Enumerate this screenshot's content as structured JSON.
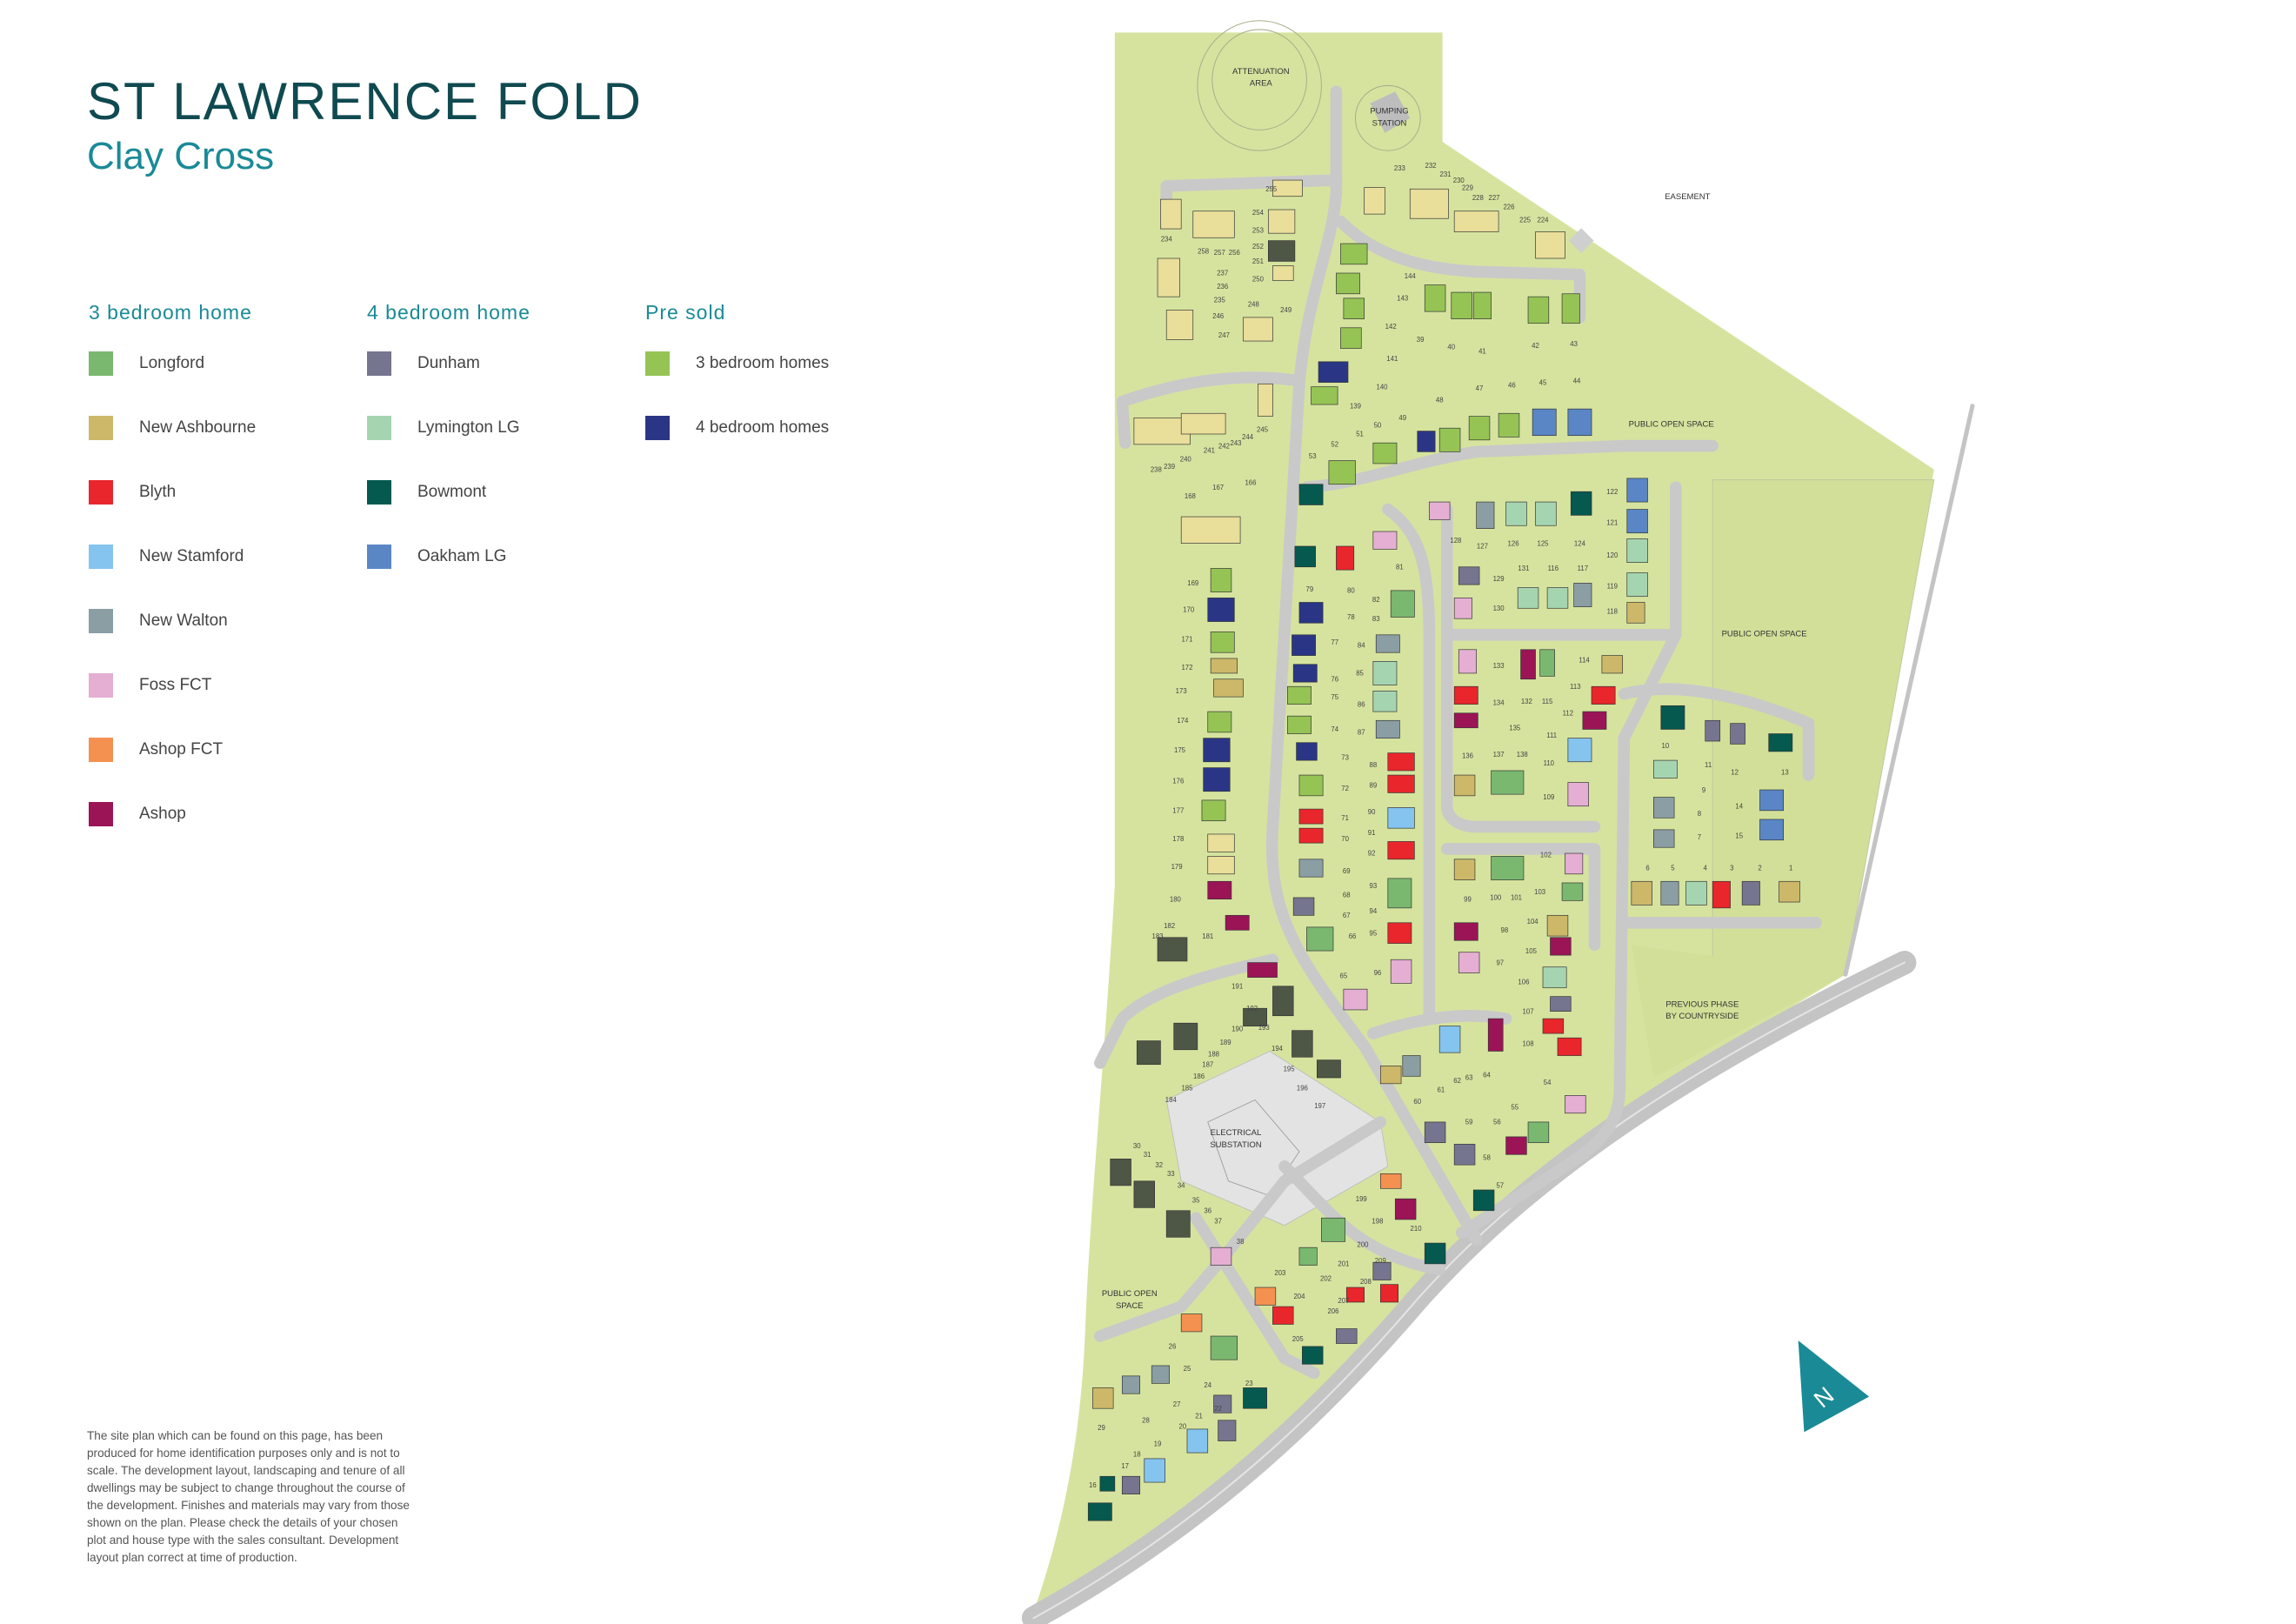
{
  "header": {
    "title": "ST LAWRENCE FOLD",
    "subtitle": "Clay Cross"
  },
  "legend": {
    "three_bed": {
      "heading": "3 bedroom home",
      "items": [
        {
          "label": "Longford",
          "color": "#7ab870"
        },
        {
          "label": "New Ashbourne",
          "color": "#cdb86a"
        },
        {
          "label": "Blyth",
          "color": "#e8262b"
        },
        {
          "label": "New Stamford",
          "color": "#85c4ee"
        },
        {
          "label": "New Walton",
          "color": "#8a9ea4"
        },
        {
          "label": "Foss FCT",
          "color": "#e4afd2"
        },
        {
          "label": "Ashop FCT",
          "color": "#f49150"
        },
        {
          "label": "Ashop",
          "color": "#9b1456"
        }
      ]
    },
    "four_bed": {
      "heading": "4 bedroom home",
      "items": [
        {
          "label": "Dunham",
          "color": "#76758f"
        },
        {
          "label": "Lymington LG",
          "color": "#a5d5b0"
        },
        {
          "label": "Bowmont",
          "color": "#05594f"
        },
        {
          "label": "Oakham LG",
          "color": "#5a86c6"
        }
      ]
    },
    "pre_sold": {
      "heading": "Pre sold",
      "items": [
        {
          "label": "3 bedroom homes",
          "color": "#95c455"
        },
        {
          "label": "4 bedroom homes",
          "color": "#2a3685"
        }
      ]
    }
  },
  "map": {
    "area_labels": {
      "attenuation": [
        "ATTENUATION",
        "AREA"
      ],
      "pumping": [
        "PUMPING",
        "STATION"
      ],
      "easement": "EASEMENT",
      "pos_north": "PUBLIC OPEN SPACE",
      "pos_east": "PUBLIC OPEN SPACE",
      "previous_phase": [
        "PREVIOUS PHASE",
        "BY COUNTRYSIDE"
      ],
      "substation": [
        "ELECTRICAL",
        "SUBSTATION"
      ],
      "pos_west": [
        "PUBLIC OPEN",
        "SPACE"
      ]
    },
    "north_label": "N",
    "colors": {
      "land": "#d6e39f",
      "road": "#c9c9c9",
      "north": "#1a8a96"
    },
    "plots": [
      "255",
      "254",
      "253",
      "252",
      "251",
      "250",
      "234",
      "258",
      "257",
      "256",
      "237",
      "236",
      "235",
      "248",
      "249",
      "246",
      "247",
      "233",
      "232",
      "231",
      "230",
      "229",
      "228",
      "227",
      "226",
      "225",
      "224",
      "144",
      "143",
      "142",
      "141",
      "140",
      "139",
      "39",
      "40",
      "41",
      "42",
      "43",
      "48",
      "47",
      "46",
      "45",
      "44",
      "49",
      "50",
      "51",
      "52",
      "53",
      "245",
      "244",
      "243",
      "242",
      "241",
      "240",
      "239",
      "238",
      "167",
      "166",
      "168",
      "169",
      "170",
      "171",
      "172",
      "173",
      "174",
      "175",
      "176",
      "177",
      "178",
      "179",
      "180",
      "182",
      "183",
      "181",
      "79",
      "80",
      "81",
      "82",
      "83",
      "78",
      "77",
      "84",
      "76",
      "85",
      "75",
      "86",
      "74",
      "87",
      "73",
      "88",
      "72",
      "89",
      "71",
      "90",
      "70",
      "91",
      "69",
      "92",
      "68",
      "93",
      "67",
      "94",
      "66",
      "95",
      "65",
      "96",
      "128",
      "127",
      "126",
      "125",
      "124",
      "122",
      "121",
      "120",
      "119",
      "118",
      "129",
      "131",
      "116",
      "117",
      "130",
      "133",
      "114",
      "113",
      "134",
      "132",
      "115",
      "112",
      "135",
      "111",
      "136",
      "137",
      "138",
      "110",
      "109",
      "102",
      "99",
      "100",
      "101",
      "103",
      "104",
      "98",
      "105",
      "97",
      "106",
      "107",
      "108",
      "10",
      "11",
      "12",
      "13",
      "9",
      "8",
      "14",
      "7",
      "15",
      "6",
      "5",
      "4",
      "3",
      "2",
      "1",
      "191",
      "192",
      "193",
      "190",
      "189",
      "188",
      "187",
      "186",
      "185",
      "184",
      "194",
      "195",
      "196",
      "197",
      "61",
      "62",
      "63",
      "64",
      "60",
      "54",
      "59",
      "56",
      "55",
      "58",
      "57",
      "30",
      "31",
      "32",
      "33",
      "34",
      "35",
      "36",
      "37",
      "38",
      "199",
      "198",
      "210",
      "200",
      "209",
      "201",
      "208",
      "202",
      "203",
      "204",
      "207",
      "206",
      "205",
      "26",
      "25",
      "24",
      "23",
      "27",
      "22",
      "21",
      "28",
      "29",
      "20",
      "19",
      "18",
      "17",
      "16"
    ]
  },
  "disclaimer": "The site plan which can be found on this page, has been produced for home identification purposes only and is not to scale. The development layout, landscaping and tenure of all dwellings may be subject to change throughout the course of the development. Finishes and materials may vary from those shown on the plan. Please check the details of your chosen plot and house type with the sales consultant. Development layout plan correct at time of production."
}
